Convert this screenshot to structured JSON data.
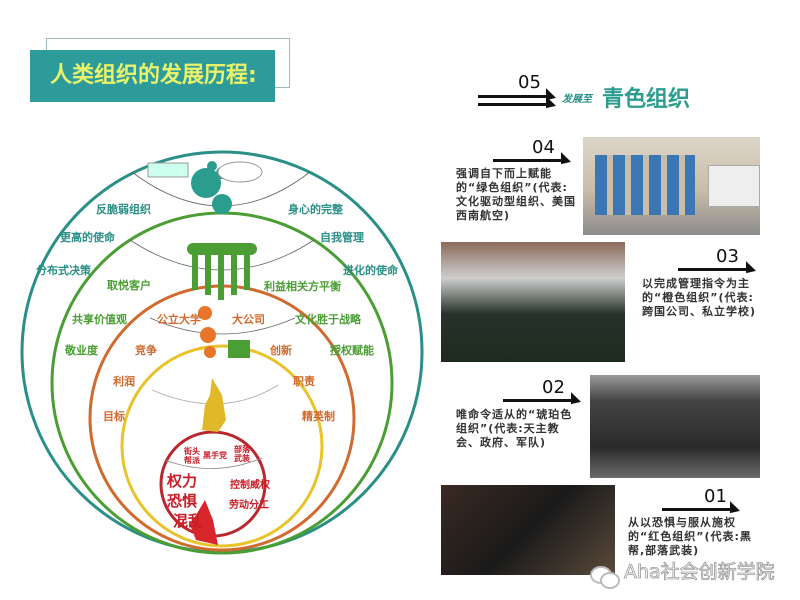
{
  "title": "人类组织的发展历程:",
  "circle": {
    "teal_labels": [
      "反脆弱组织",
      "身心的完整",
      "更高的使命",
      "自我管理",
      "分布式决策",
      "进化的使命"
    ],
    "green_labels": [
      "取悦客户",
      "利益相关方平衡",
      "共享价值观",
      "文化胜于战略",
      "敬业度",
      "授权赋能"
    ],
    "orange_labels": [
      "公立大学",
      "大公司",
      "竞争",
      "创新",
      "利润",
      "职责",
      "目标",
      "精英制"
    ],
    "red_top_labels": [
      "街头帮派",
      "黑手党",
      "部落武装"
    ],
    "red_left_labels": [
      "权力",
      "恐惧",
      "混乱"
    ],
    "red_right_labels": [
      "控制威权",
      "劳动分工"
    ]
  },
  "stages": [
    {
      "number": "05",
      "prefix": "发展至",
      "title": "青色组织"
    },
    {
      "number": "04",
      "text": "强调自下而上赋能的“绿色组织”(代表:文化驱动型组织、美国西南航空)"
    },
    {
      "number": "03",
      "text": "以完成管理指令为主的“橙色组织”(代表:跨国公司、私立学校)"
    },
    {
      "number": "02",
      "text": "唯命令适从的“琥珀色组织”(代表:天主教会、政府、军队)"
    },
    {
      "number": "01",
      "text": "从以恐惧与服从施权的“红色组织”(代表:黑帮,部落武装)"
    }
  ],
  "watermark": "Aha社会创新学院",
  "colors": {
    "teal": "#2a8f86",
    "green": "#4a9e34",
    "orange": "#d06a2e",
    "yellow": "#e8c32a",
    "red": "#c81e28"
  }
}
